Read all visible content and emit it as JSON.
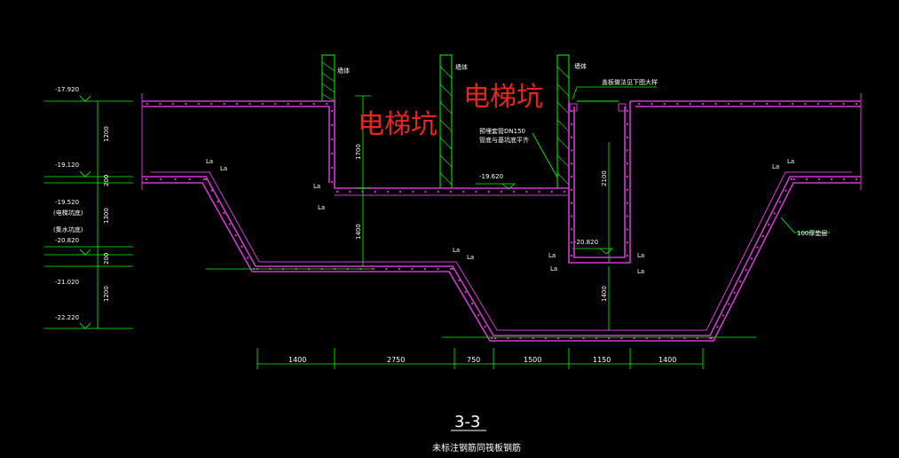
{
  "overlay_labels": [
    "电梯坑",
    "电梯坑"
  ],
  "elevations": [
    "-17.920",
    "-19.120",
    "-19.520",
    "(电梯坑底)",
    "-20.820",
    "(集水坑底)",
    "-21.020",
    "-22.220"
  ],
  "left_dims": [
    "1200",
    "200",
    "1300",
    "200",
    "1200"
  ],
  "inner_labels": {
    "el_19620": "-19.620",
    "el_20820": "-20.820",
    "dim_1700": "1700",
    "dim_1400": "1400",
    "dim_2100": "2100",
    "dim_1400b": "1400",
    "wall_a": "墙体",
    "wall_b": "墙体",
    "wall_c": "墙体",
    "note_top": "盖板做法见下图大样",
    "note_pipe1": "预埋套管DN150",
    "note_pipe2": "管底与基坑底平齐",
    "note_side": "100厚垫层"
  },
  "la_labels": [
    "La",
    "La",
    "La",
    "La",
    "La",
    "La",
    "La",
    "La",
    "La",
    "La",
    "La",
    "La"
  ],
  "bottom_dims": [
    "1400",
    "2750",
    "750",
    "1500",
    "1150",
    "1400"
  ],
  "title": {
    "section": "3-3",
    "note": "未标注钢筋同筏板钢筋"
  },
  "colors": {
    "slab": "#d438d4",
    "dim": "#00ff00",
    "text": "#ffffff",
    "wall": "#00ff00",
    "overlay": "#e8261f"
  }
}
